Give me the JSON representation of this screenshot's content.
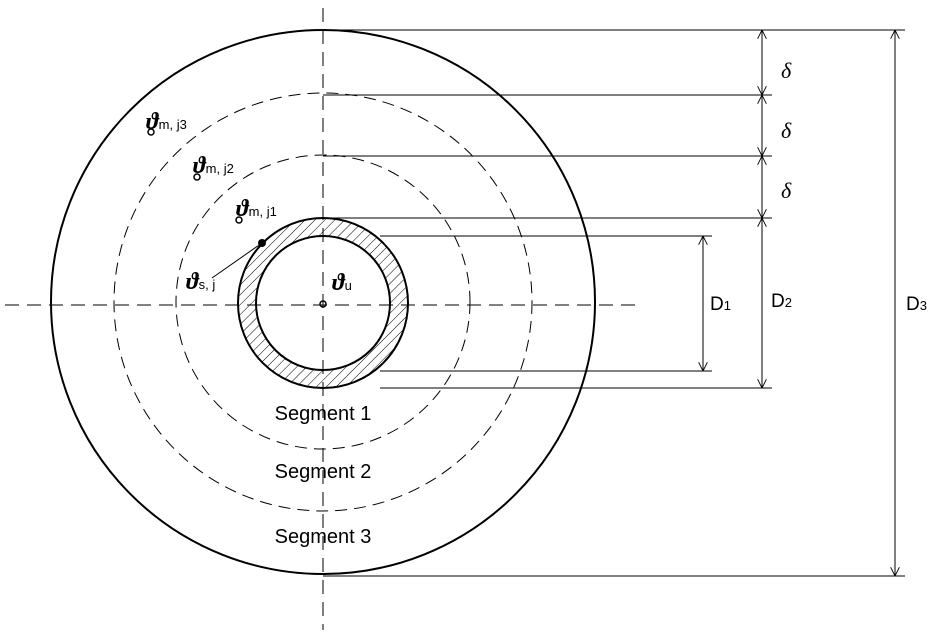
{
  "segments": {
    "s1": "Segment 1",
    "s2": "Segment 2",
    "s3": "Segment 3"
  },
  "dimensions": {
    "delta": "δ",
    "D1": "D",
    "D1_sub": "1",
    "D2": "D",
    "D2_sub": "2",
    "D3": "D",
    "D3_sub": "3"
  },
  "points": {
    "theta_symbol": "ϑ",
    "m_j3": "m, j3",
    "m_j2": "m, j2",
    "m_j1": "m, j1",
    "s_j": "s, j",
    "u": "u"
  },
  "colors": {
    "stroke": "#000000",
    "background": "#ffffff"
  }
}
